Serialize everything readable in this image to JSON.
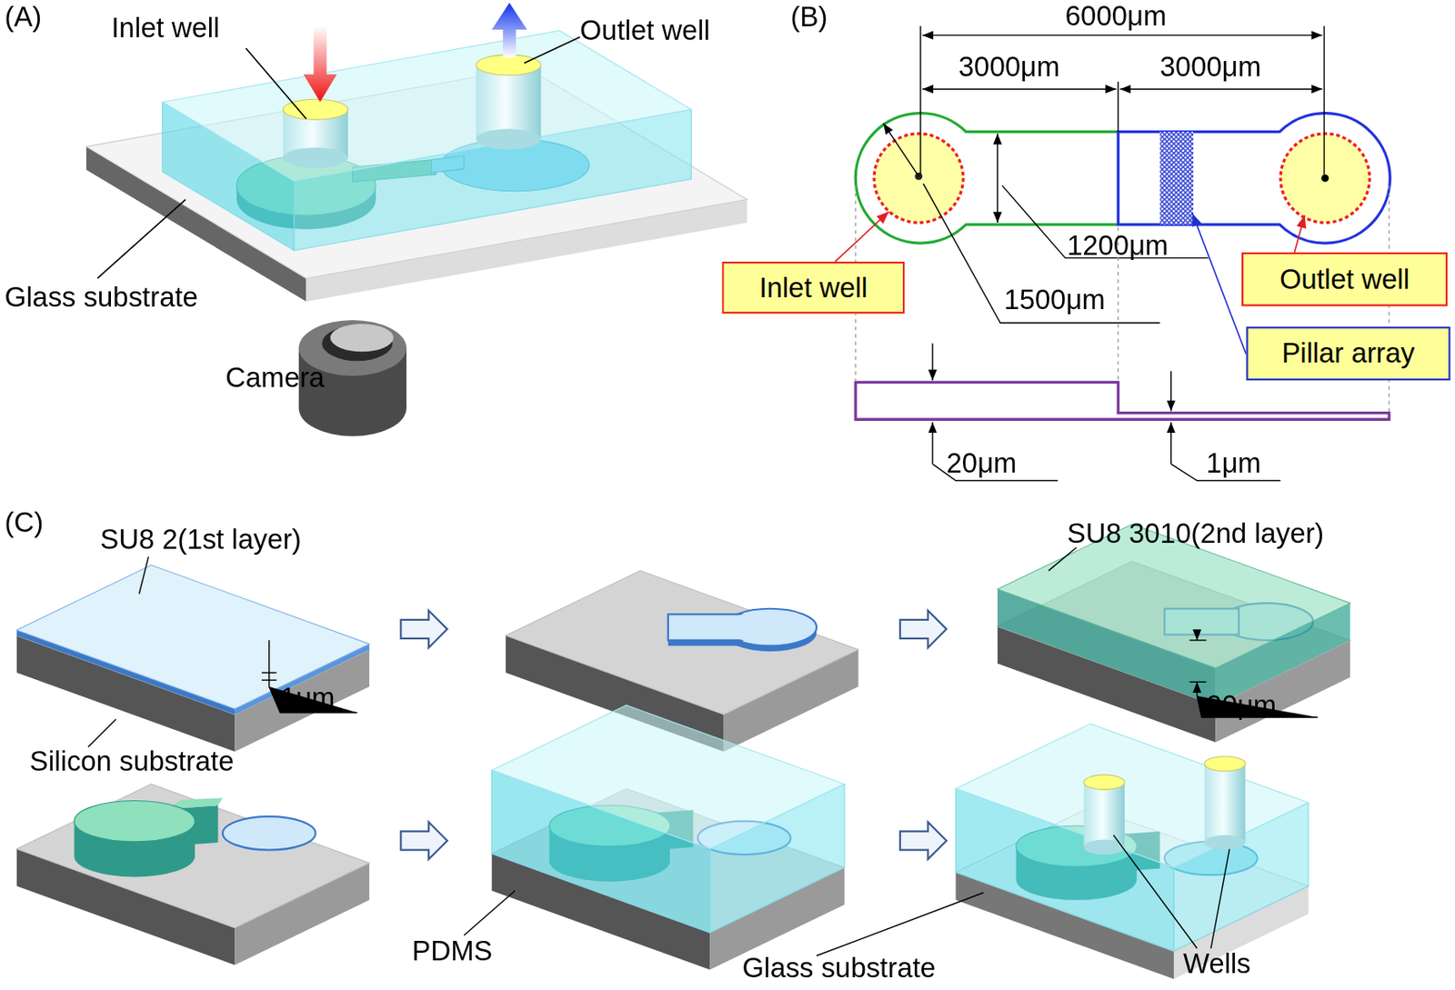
{
  "diagram": {
    "nodes": [
      {
        "text": [
          "Inlet well"
        ]
      },
      {
        "text": [
          "Outlet well"
        ]
      },
      {
        "text": [
          "Pillar array"
        ]
      }
    ],
    "labels": [
      "(A)",
      "Inlet well",
      "Outlet well",
      "Glass substrate",
      "Camera",
      "(B)",
      "6000μm",
      "3000μm",
      "3000μm",
      "1200μm",
      "1500μm",
      "20μm",
      "1μm",
      "(C)",
      "SU8 2(1st layer)",
      "1μm",
      "Silicon substrate",
      "SU8 3010(2nd layer)",
      "20μm",
      "PDMS",
      "Glass substrate",
      "Wells"
    ]
  }
}
